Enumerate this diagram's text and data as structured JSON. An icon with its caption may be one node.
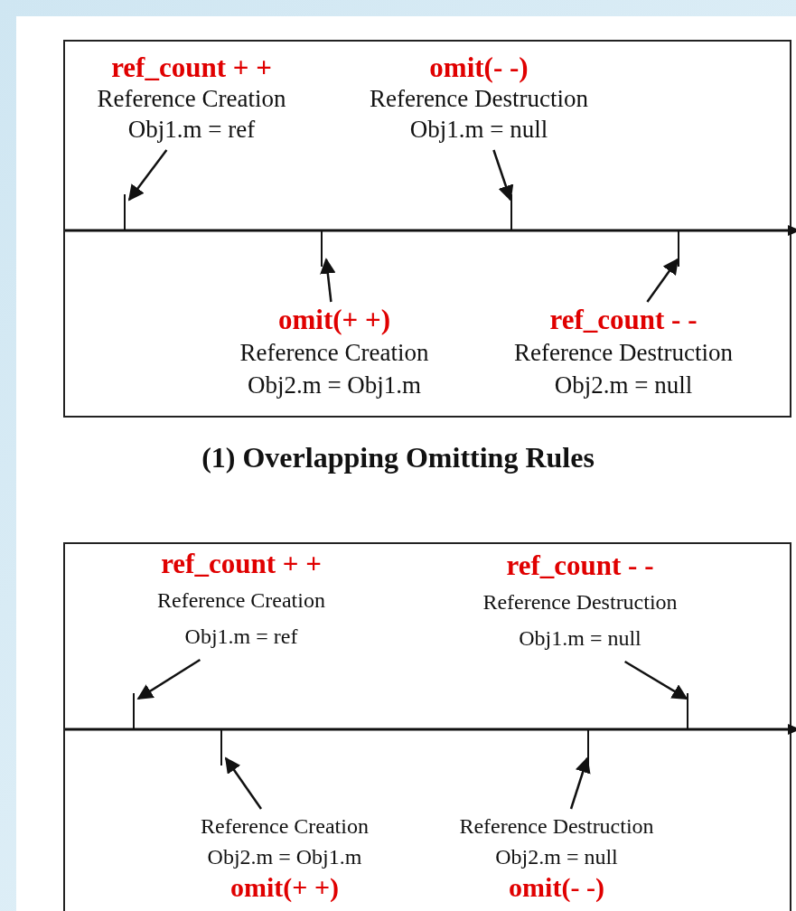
{
  "diagram": {
    "nodes": [
      {
        "text": [],
        "shape": "box"
      },
      {
        "text": [
          "ref_count + +",
          "Reference Creation",
          "Obj1.m = ref"
        ],
        "in": 0
      },
      {
        "text": [
          "omit(- -)",
          "Reference Destruction",
          "Obj1.m = null"
        ],
        "in": 0
      },
      {
        "text": [],
        "shape": "bar",
        "in": 0
      },
      {
        "text": [],
        "shape": "bar",
        "in": 0
      },
      {
        "text": [],
        "shape": "bar",
        "in": 0
      },
      {
        "text": [],
        "shape": "bar",
        "in": 0
      },
      {
        "text": [
          "omit(+ +)",
          "Reference Creation",
          "Obj2.m = Obj1.m"
        ],
        "in": 0
      },
      {
        "text": [
          "ref_count - -",
          "Reference Destruction",
          "Obj2.m = null"
        ],
        "in": 0
      },
      {
        "text": [],
        "shape": "box"
      },
      {
        "text": [
          "ref_count + +",
          "Reference Creation",
          "Obj1.m = ref"
        ],
        "in": 9
      },
      {
        "text": [
          "ref_count - -",
          "Reference Destruction",
          "Obj1.m = null"
        ],
        "in": 9
      },
      {
        "text": [],
        "shape": "bar",
        "in": 9
      },
      {
        "text": [],
        "shape": "bar",
        "in": 9
      },
      {
        "text": [],
        "shape": "bar",
        "in": 9
      },
      {
        "text": [],
        "shape": "bar",
        "in": 9
      },
      {
        "text": [
          "Reference Creation",
          "Obj2.m = Obj1.m",
          "omit(+ +)"
        ],
        "in": 9
      },
      {
        "text": [
          "Reference Destruction",
          "Obj2.m = null",
          "omit(- -)"
        ],
        "in": 9
      }
    ],
    "edges": [
      {
        "from": 1,
        "to": 3,
        "arrow": "to"
      },
      {
        "from": 2,
        "to": 4,
        "arrow": "to"
      },
      {
        "from": 7,
        "to": 5,
        "arrow": "to"
      },
      {
        "from": 8,
        "to": 6,
        "arrow": "to"
      },
      {
        "from": 10,
        "to": 12,
        "arrow": "to"
      },
      {
        "from": 11,
        "to": 15,
        "arrow": "to"
      },
      {
        "from": 16,
        "to": 13,
        "arrow": "to"
      },
      {
        "from": 17,
        "to": 14,
        "arrow": "to"
      }
    ],
    "labels": [
      "(1) Overlapping Omitting Rules"
    ]
  }
}
